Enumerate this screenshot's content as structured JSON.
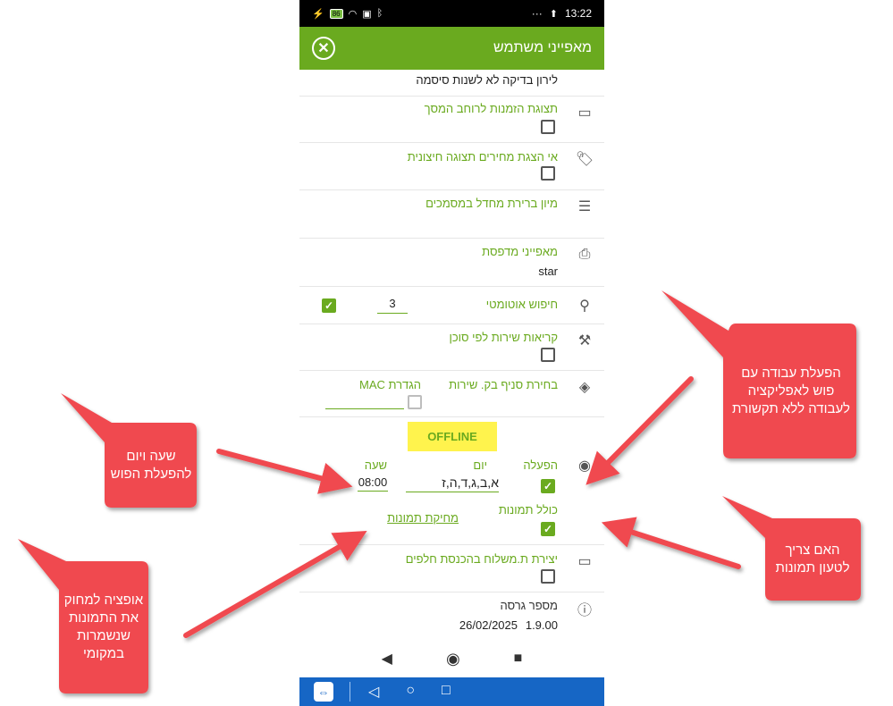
{
  "colors": {
    "accent": "#6aaa1f",
    "callout": "#f04a4f",
    "offline_bg": "#fff34d",
    "teamviewer": "#1666c5"
  },
  "statusbar": {
    "battery": "86",
    "time": "13:22",
    "dots": "···"
  },
  "appbar": {
    "title": "מאפייני משתמש",
    "close_icon": "close-circle-icon"
  },
  "rows": {
    "user_line": "לירון בדיקה לא לשנות סיסמה",
    "fullwidth_orders": {
      "label": "תצוגת הזמנות לרוחב המסך",
      "checked": false
    },
    "hide_prices": {
      "label": "אי הצגת מחירים תצוגה חיצונית",
      "checked": false
    },
    "sort_default": {
      "label": "מיון ברירת מחדל במסמכים"
    },
    "printer": {
      "label": "מאפייני מדפסת",
      "value": "star"
    },
    "auto_search": {
      "label": "חיפוש אוטומטי",
      "value": "3",
      "checked": true
    },
    "service_calls": {
      "label": "קריאות שירות לפי סוכן",
      "checked": false
    },
    "branch": {
      "label": "בחירת סניף בק. שירות",
      "mac_label": "הגדרת MAC",
      "mac_checked": false
    },
    "offline_button": "OFFLINE",
    "push": {
      "enable_label": "הפעלה",
      "enable_checked": true,
      "day_label": "יום",
      "day_value": "א,ב,ג,ד,ה,ז",
      "hour_label": "שעה",
      "hour_value": "08:00",
      "images_label": "כולל תמונות",
      "images_checked": true,
      "delete_images_link": "מחיקת תמונות"
    },
    "delivery_note": {
      "label": "יצירת ת.משלוח בהכנסת חלפים",
      "checked": false
    },
    "version": {
      "label": "מספר גרסה",
      "version": "1.9.00",
      "date": "26/02/2025"
    }
  },
  "callouts": {
    "push_work": "הפעלת עבודה עם פוש לאפליקציה לעבודה ללא תקשורת",
    "time_day": "שעה ויום להפעלת הפוש",
    "load_images": "האם צריך לטעון תמונות",
    "delete_images": "אופציה למחוק את התמונות שנשמרות במקומי"
  }
}
